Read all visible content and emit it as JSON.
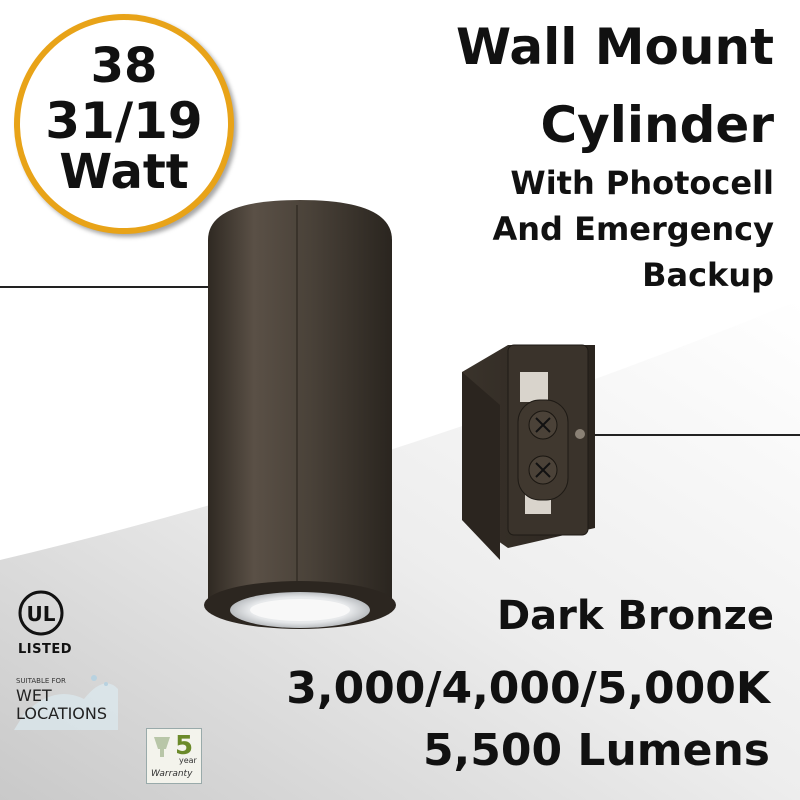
{
  "badge": {
    "line1": "38",
    "line2": "31/19",
    "line3": "Watt"
  },
  "title": {
    "line1": "Wall Mount",
    "line2": "Cylinder",
    "sub1": "With Photocell",
    "sub2": "And Emergency",
    "sub3": "Backup"
  },
  "specs": {
    "finish": "Dark Bronze",
    "cct": "3,000/4,000/5,000K",
    "lumens": "5,500 Lumens"
  },
  "certifications": {
    "ul": "LISTED",
    "wet_small": "SUITABLE FOR",
    "wet_line1": "WET",
    "wet_line2": "LOCATIONS",
    "warranty_years": "5",
    "warranty_unit": "year",
    "warranty_label": "Warranty"
  },
  "colors": {
    "badge_ring": "#e8a318",
    "fixture": "#4a4239",
    "text": "#111111"
  }
}
